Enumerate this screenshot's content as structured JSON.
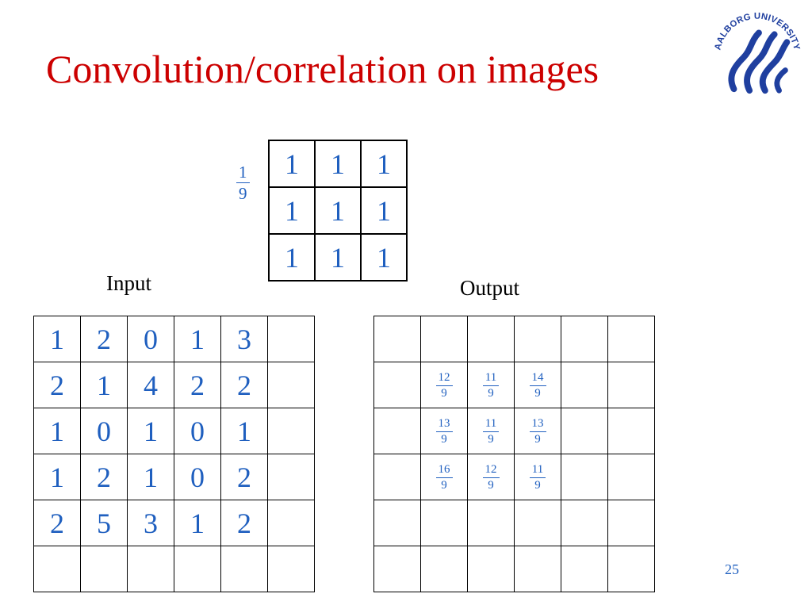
{
  "slide": {
    "title": "Convolution/correlation on images",
    "page_number": "25",
    "colors": {
      "title": "#cc0000",
      "values": "#1f5fbf",
      "text": "#000000",
      "logo": "#1f3f9f"
    }
  },
  "logo": {
    "text": "AALBORG UNIVERSITY"
  },
  "kernel": {
    "scale": {
      "numerator": "1",
      "denominator": "9"
    },
    "rows": [
      [
        "1",
        "1",
        "1"
      ],
      [
        "1",
        "1",
        "1"
      ],
      [
        "1",
        "1",
        "1"
      ]
    ]
  },
  "input": {
    "label": "Input",
    "rows": [
      [
        "1",
        "2",
        "0",
        "1",
        "3",
        ""
      ],
      [
        "2",
        "1",
        "4",
        "2",
        "2",
        ""
      ],
      [
        "1",
        "0",
        "1",
        "0",
        "1",
        ""
      ],
      [
        "1",
        "2",
        "1",
        "0",
        "2",
        ""
      ],
      [
        "2",
        "5",
        "3",
        "1",
        "2",
        ""
      ],
      [
        "",
        "",
        "",
        "",
        "",
        ""
      ]
    ]
  },
  "output": {
    "label": "Output",
    "rows": [
      [
        null,
        null,
        null,
        null,
        null,
        null
      ],
      [
        null,
        {
          "n": "12",
          "d": "9"
        },
        {
          "n": "11",
          "d": "9"
        },
        {
          "n": "14",
          "d": "9"
        },
        null,
        null
      ],
      [
        null,
        {
          "n": "13",
          "d": "9"
        },
        {
          "n": "11",
          "d": "9"
        },
        {
          "n": "13",
          "d": "9"
        },
        null,
        null
      ],
      [
        null,
        {
          "n": "16",
          "d": "9"
        },
        {
          "n": "12",
          "d": "9"
        },
        {
          "n": "11",
          "d": "9"
        },
        null,
        null
      ],
      [
        null,
        null,
        null,
        null,
        null,
        null
      ],
      [
        null,
        null,
        null,
        null,
        null,
        null
      ]
    ]
  }
}
